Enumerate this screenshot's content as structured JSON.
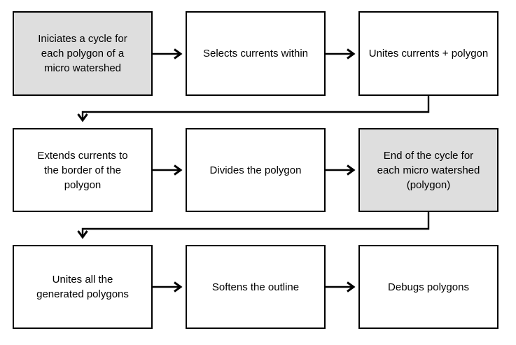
{
  "diagram": {
    "type": "flowchart",
    "colors": {
      "highlight_fill": "#DEDEDE",
      "default_fill": "#FFFFFF",
      "border": "#000000",
      "arrow": "#000000",
      "text": "#000000",
      "background": "#FFFFFF"
    },
    "boxes": [
      {
        "id": "iniciates-cycle",
        "label": "Iniciates a cycle for\neach polygon of a\nmicro watershed",
        "highlighted": true
      },
      {
        "id": "selects-currents",
        "label": "Selects currents within",
        "highlighted": false
      },
      {
        "id": "unites-currents-polygon",
        "label": "Unites currents + polygon",
        "highlighted": false
      },
      {
        "id": "extends-currents",
        "label": "Extends currents to\nthe border of the\npolygon",
        "highlighted": false
      },
      {
        "id": "divides-polygon",
        "label": "Divides the polygon",
        "highlighted": false
      },
      {
        "id": "end-of-cycle",
        "label": "End of the cycle for\neach micro watershed\n(polygon)",
        "highlighted": true
      },
      {
        "id": "unites-generated",
        "label": "Unites all the\ngenerated polygons",
        "highlighted": false
      },
      {
        "id": "softens-outline",
        "label": "Softens the outline",
        "highlighted": false
      },
      {
        "id": "debugs-polygons",
        "label": "Debugs polygons",
        "highlighted": false
      }
    ],
    "edges": [
      {
        "from": "iniciates-cycle",
        "to": "selects-currents"
      },
      {
        "from": "selects-currents",
        "to": "unites-currents-polygon"
      },
      {
        "from": "unites-currents-polygon",
        "to": "extends-currents"
      },
      {
        "from": "extends-currents",
        "to": "divides-polygon"
      },
      {
        "from": "divides-polygon",
        "to": "end-of-cycle"
      },
      {
        "from": "end-of-cycle",
        "to": "unites-generated"
      },
      {
        "from": "unites-generated",
        "to": "softens-outline"
      },
      {
        "from": "softens-outline",
        "to": "debugs-polygons"
      }
    ]
  }
}
